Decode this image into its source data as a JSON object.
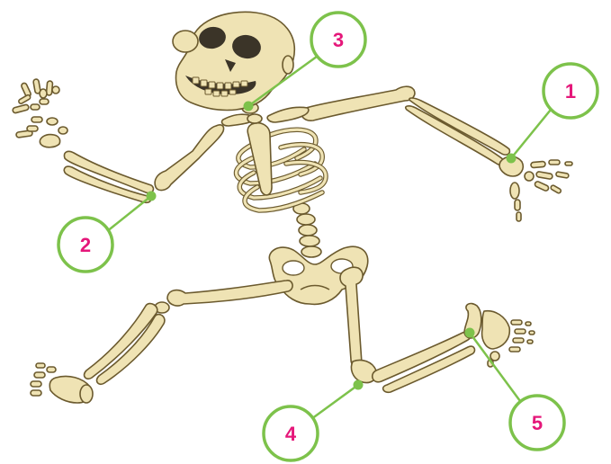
{
  "colors": {
    "bone_fill": "#efe3b4",
    "bone_stroke": "#6b5a2e",
    "eye_socket": "#3b3428",
    "callout_ring": "#7dc24b",
    "callout_number": "#e5177a",
    "background": "#ffffff"
  },
  "illustration": {
    "icon": "skeleton-icon"
  },
  "callouts": [
    {
      "number": "1",
      "target": "wrist"
    },
    {
      "number": "2",
      "target": "elbow"
    },
    {
      "number": "3",
      "target": "neck"
    },
    {
      "number": "4",
      "target": "knee"
    },
    {
      "number": "5",
      "target": "ankle"
    }
  ]
}
